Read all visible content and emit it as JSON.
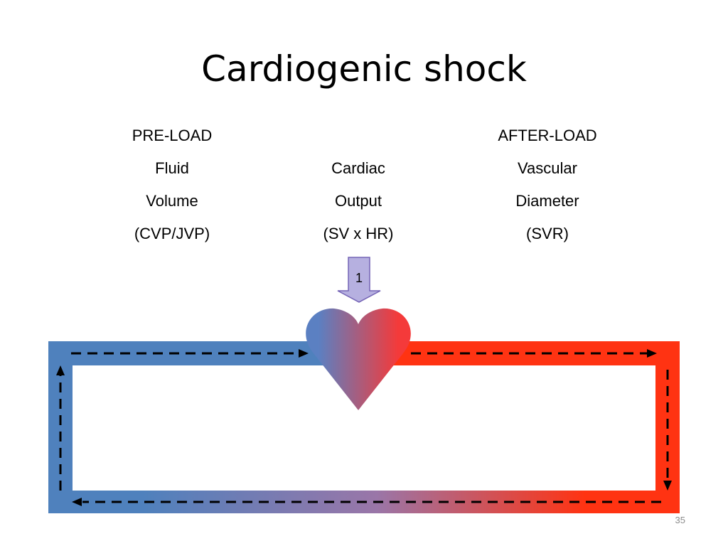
{
  "slide": {
    "title": "Cardiogenic shock",
    "page_number": "35"
  },
  "columns": {
    "left": {
      "heading": "PRE-LOAD",
      "lines": [
        "Fluid",
        "Volume",
        "(CVP/JVP)"
      ]
    },
    "center": {
      "heading": "",
      "lines": [
        "Cardiac",
        "Output",
        "(SV x HR)"
      ]
    },
    "right": {
      "heading": "AFTER-LOAD",
      "lines": [
        "Vascular",
        "Diameter",
        "(SVR)"
      ]
    }
  },
  "diagram": {
    "step_label": "1",
    "colors": {
      "venous_blue": "#4f81bd",
      "arterial_red": "#ff3312",
      "heart_blue": "#5b80c2",
      "heart_red": "#f43a3a",
      "step_arrow_fill": "#b6b0e0",
      "step_arrow_stroke": "#7463b5",
      "dash": "#000000"
    }
  }
}
